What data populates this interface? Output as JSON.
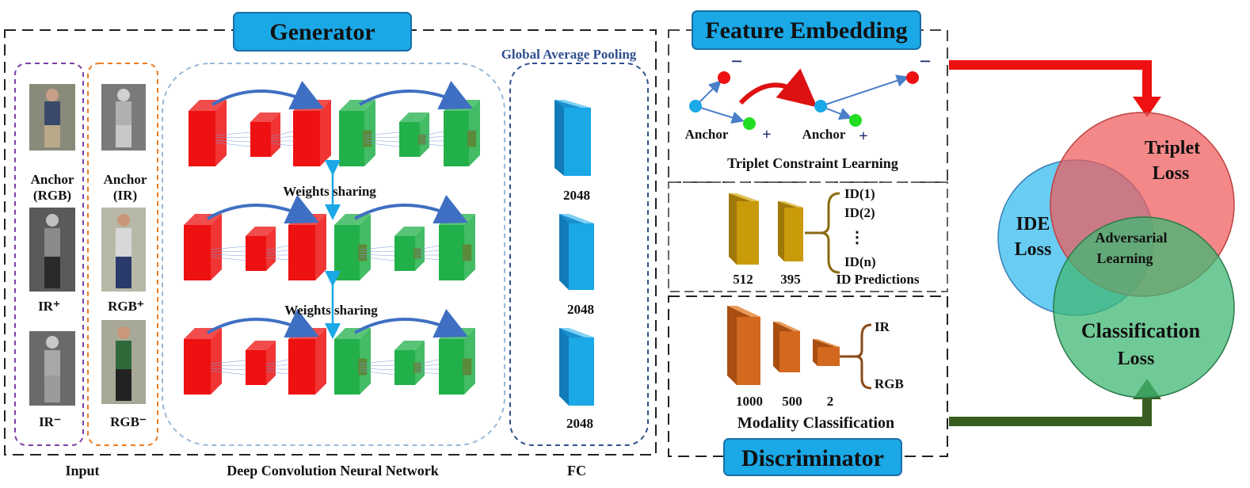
{
  "generator": {
    "title": "Generator",
    "gap_label": "Global Average Pooling",
    "weights_label_1": "Weights sharing",
    "weights_label_2": "Weights sharing",
    "fc_sizes": [
      "2048",
      "2048",
      "2048"
    ]
  },
  "input": {
    "col1": {
      "anchor_line1": "Anchor",
      "anchor_line2": "(RGB)",
      "pos": "IR⁺",
      "neg": "IR⁻"
    },
    "col2": {
      "anchor_line1": "Anchor",
      "anchor_line2": "(IR)",
      "pos": "RGB⁺",
      "neg": "RGB⁻"
    }
  },
  "bottom_labels": {
    "input": "Input",
    "dcnn": "Deep Convolution Neural Network",
    "fc": "FC"
  },
  "feature_embedding": {
    "title": "Feature Embedding",
    "anchor_left": "Anchor",
    "anchor_right": "Anchor",
    "minus": "−",
    "plus": "+",
    "caption": "Triplet Constraint Learning"
  },
  "id_branch": {
    "sizes": [
      "512",
      "395"
    ],
    "outputs": [
      "ID(1)",
      "ID(2)",
      "⋮",
      "ID(n)"
    ],
    "caption": "ID Predictions"
  },
  "discriminator": {
    "title": "Discriminator",
    "sizes": [
      "1000",
      "500",
      "2"
    ],
    "outputs": [
      "IR",
      "RGB"
    ],
    "caption": "Modality Classification"
  },
  "venn": {
    "triplet_line1": "Triplet",
    "triplet_line2": "Loss",
    "ide_line1": "IDE",
    "ide_line2": "Loss",
    "center_line1": "Adversarial",
    "center_line2": "Learning",
    "class_line1": "Classification",
    "class_line2": "Loss"
  },
  "colors": {
    "title_box": "#1aa8e6",
    "conv_red": "#ee1111",
    "conv_green": "#22b04a",
    "fc_blue": "#1aa8e6",
    "id_gold": "#c99a0a",
    "disc_orange": "#d2691e",
    "triplet_circle": "#f05a5a",
    "ide_circle": "#4fc3f0",
    "class_circle": "#40b874",
    "red_arrow": "#ee1111",
    "green_arrow": "#3a5e20"
  }
}
